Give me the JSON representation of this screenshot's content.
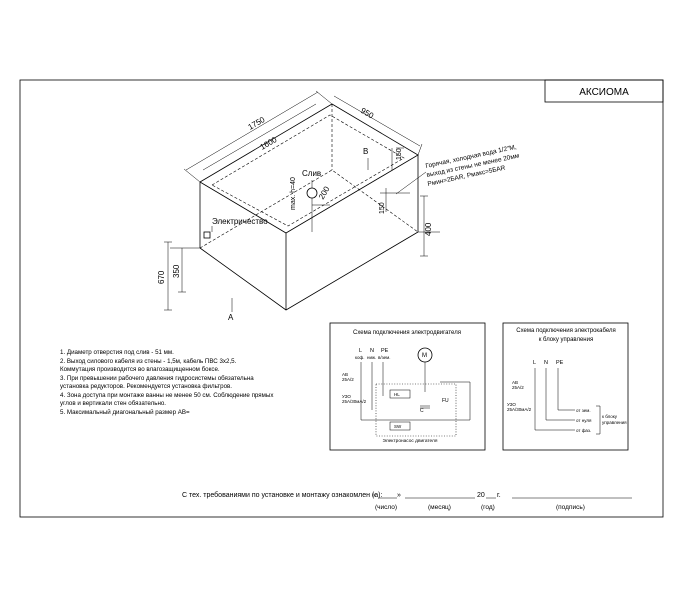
{
  "title_block": {
    "brand": "АКСИОМА"
  },
  "dimensions": {
    "length_outer": "1750",
    "length_inner": "1600",
    "width": "950",
    "height": "670",
    "leg_height": "350",
    "drain_offset": "200",
    "drain_height": "max. h=40",
    "pipe_offset_top": "150",
    "pipe_offset_side": "150",
    "pipe_height": "400"
  },
  "labels": {
    "drain": "Слив",
    "electric": "Электричество",
    "view_a": "A",
    "view_b": "B",
    "water_note": [
      "Горячая, холодная вода 1/2\"М,",
      "выход из стены не менее 20мм",
      "Pмин=2БАR, Pмакс=5БАR"
    ]
  },
  "notes": [
    "1. Диаметр отверстия под слив - 51 мм.",
    "2. Выход силового кабеля из стены - 1,5м, кабель ПВС 3х2,5.",
    "    Коммутация производится во влагозащищенном боксе.",
    "3. При превышении рабочего давления гидросистемы обязательна",
    "    установка редукторов. Рекомендуется установка фильтров.",
    "4. Зона доступа при монтаже ванны не менее 50 см. Соблюдение прямых",
    "    углов и вертикали стен обязательно.",
    "5. Максимальный диагональный размер AB="
  ],
  "scheme_motor": {
    "title": "Схема подключения электродвигателя",
    "l": "L",
    "n": "N",
    "pe": "PE",
    "l_sub": "коф.",
    "n_sub": "ниж.",
    "pe_sub": "в/зем.",
    "ab": "AB",
    "ab_val": "25A/2",
    "uzo": "УЗО",
    "uzo_val": "25A/30мА/2",
    "m": "M",
    "u": "~",
    "fu": "FU",
    "c": "C",
    "hl": "HL",
    "sw": "SW",
    "motor_label": "Электронасос двигателя"
  },
  "scheme_unit": {
    "title": "Схема подключения электрокабеля",
    "title2": "к блоку управления",
    "l": "L",
    "n": "N",
    "pe": "PE",
    "ab": "AB",
    "ab_val": "25A/2",
    "uzo": "УЗО",
    "uzo_val": "25A/30мА/2",
    "w1": "от зем.",
    "w2": "от нуля",
    "w3": "от фаз.",
    "dest1": "к блоку",
    "dest2": "управления"
  },
  "signature": {
    "text": "С тех. требованиями по установке и монтажу ознакомлен (а):",
    "quote_open": "«",
    "quote_close": "»",
    "year_prefix": "20",
    "year_suffix": "г.",
    "day_label": "(число)",
    "month_label": "(месяц)",
    "year_label": "(год)",
    "sign_label": "(подпись)"
  }
}
